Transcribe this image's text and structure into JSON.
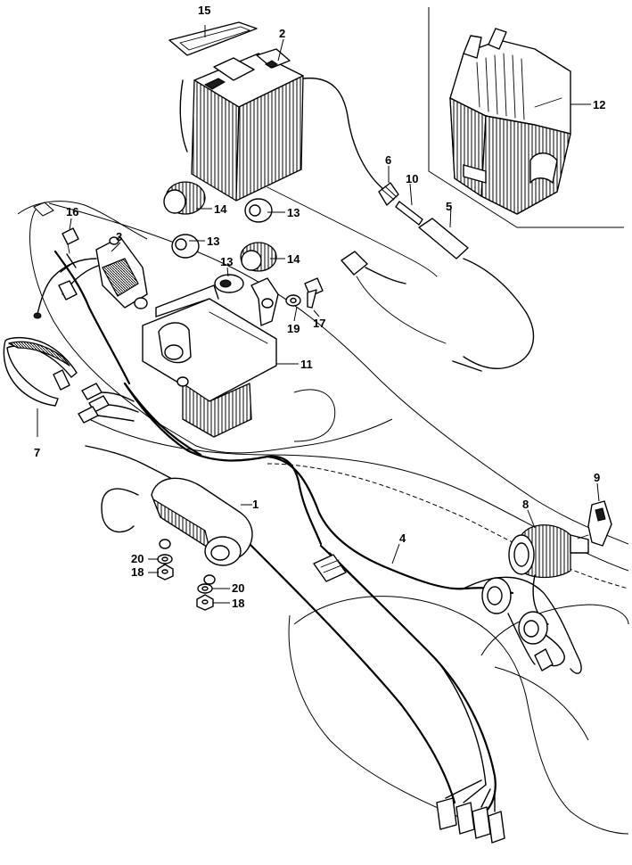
{
  "callouts": [
    {
      "id": "c1",
      "label": "1"
    },
    {
      "id": "c2",
      "label": "2"
    },
    {
      "id": "c3",
      "label": "3"
    },
    {
      "id": "c4",
      "label": "4"
    },
    {
      "id": "c5",
      "label": "5"
    },
    {
      "id": "c6",
      "label": "6"
    },
    {
      "id": "c7",
      "label": "7"
    },
    {
      "id": "c8",
      "label": "8"
    },
    {
      "id": "c9",
      "label": "9"
    },
    {
      "id": "c10",
      "label": "10"
    },
    {
      "id": "c11",
      "label": "11"
    },
    {
      "id": "c12",
      "label": "12"
    },
    {
      "id": "c13a",
      "label": "13"
    },
    {
      "id": "c13b",
      "label": "13"
    },
    {
      "id": "c13c",
      "label": "13"
    },
    {
      "id": "c14a",
      "label": "14"
    },
    {
      "id": "c14b",
      "label": "14"
    },
    {
      "id": "c15",
      "label": "15"
    },
    {
      "id": "c16",
      "label": "16"
    },
    {
      "id": "c17",
      "label": "17"
    },
    {
      "id": "c18a",
      "label": "18"
    },
    {
      "id": "c18b",
      "label": "18"
    },
    {
      "id": "c19",
      "label": "19"
    },
    {
      "id": "c20a",
      "label": "20"
    },
    {
      "id": "c20b",
      "label": "20"
    }
  ]
}
